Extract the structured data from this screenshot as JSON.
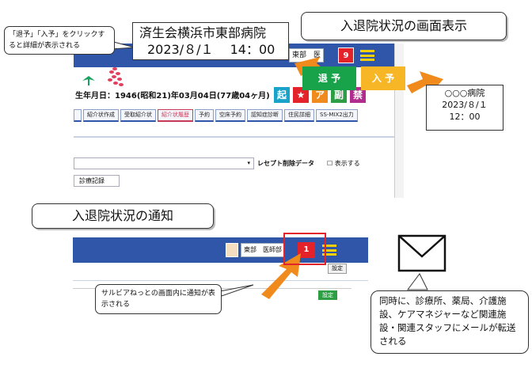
{
  "callouts": {
    "title_display": "入退院状況の画面表示",
    "title_notify": "入退院状況の通知",
    "click_note": "「退予」「入予」をクリックすると詳細が表示される",
    "screen_note": "サルビアねっとの画面内に通知が表示される",
    "mail_note": "同時に、診療所、薬局、介護施設、ケアマネジャーなど関連施設・関連スタッフにメールが転送される"
  },
  "hospital_box": {
    "name": "済生会横浜市東部病院",
    "datetime": "2023/８/１　 14：00"
  },
  "remote_box": {
    "name": "○○○病院",
    "date": "2023/８/１",
    "time": "12：00"
  },
  "buttons": {
    "taiyo": "退 予",
    "nyuyo": "入 予"
  },
  "top_screen": {
    "user_label": "東部　医師部",
    "notification_count": "9",
    "birthdate_text": "生年月日：1946(昭和21)年03月04日(77歳04ヶ月)",
    "icons": [
      {
        "label": "起",
        "color": "#1aa3c9"
      },
      {
        "label": "★",
        "color": "#e3222a"
      },
      {
        "label": "ア",
        "color": "#f08a1c"
      },
      {
        "label": "副",
        "color": "#2e9e45"
      },
      {
        "label": "禁",
        "color": "#b12c8c"
      }
    ],
    "tabs": [
      "紹介状作成",
      "受取紹介状",
      "紹介状履歴",
      "予約",
      "空床予約",
      "認知症診断",
      "住民詳細",
      "SS-MIX2出力"
    ],
    "active_tab": "紹介状履歴",
    "receipt_label": "レセプト削除データ",
    "show_checkbox_label": "表示する",
    "medical_record_button": "診療記録"
  },
  "bottom_screen": {
    "user_label": "東部　医師部",
    "notification_count": "1",
    "settings_label_1": "設定",
    "settings_label_2": "設定"
  },
  "colors": {
    "app_blue": "#2f56a8",
    "alert_red": "#e3222a",
    "green_button": "#18a34a",
    "yellow_button": "#f7b626",
    "arrow_orange": "#f08a1c"
  }
}
